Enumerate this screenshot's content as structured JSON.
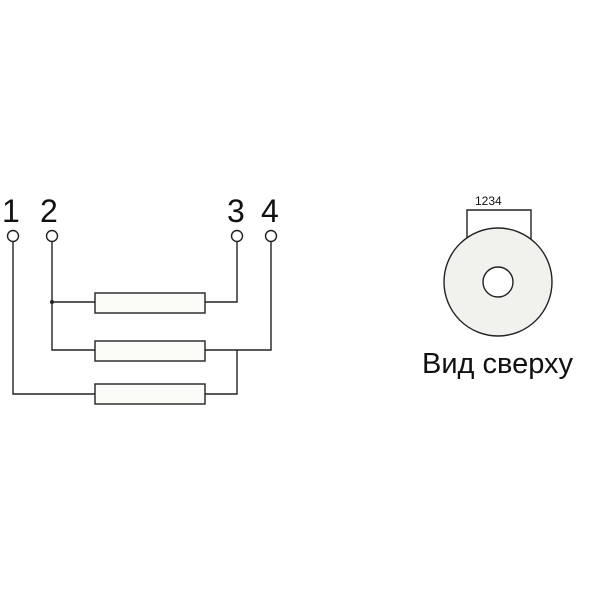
{
  "schematic": {
    "terminals": [
      "1",
      "2",
      "3",
      "4"
    ]
  },
  "top_view": {
    "pin_labels": "1234",
    "caption": "Вид сверху"
  },
  "colors": {
    "line": "#222222",
    "resistor_fill": "#fbfbf7",
    "disk_fill": "#f1f1ee",
    "background": "#ffffff"
  }
}
